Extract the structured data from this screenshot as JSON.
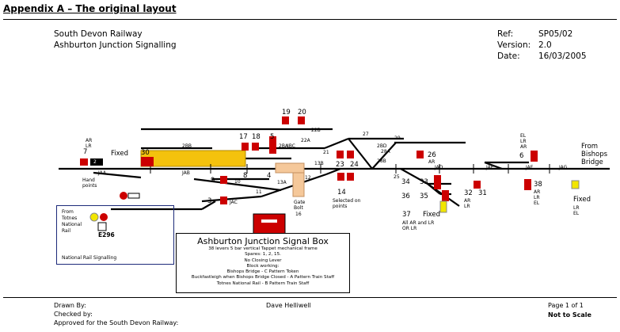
{
  "appendix_title": "Appendix A – The original layout",
  "header": {
    "company": "South Devon Railway",
    "subject": "Ashburton Junction Signalling",
    "ref_label": "Ref:",
    "ref_value": "SP05/02",
    "version_label": "Version:",
    "version_value": "2.0",
    "date_label": "Date:",
    "date_value": "16/03/2005"
  },
  "signal_numbers": {
    "s19": "19",
    "s20": "20",
    "s17": "17",
    "s18": "18",
    "s5": "5",
    "s7": "7",
    "s30": "30",
    "s9": "9",
    "s8": "8",
    "s4": "4",
    "s3": "3",
    "s23": "23",
    "s24": "24",
    "s14": "14",
    "s26": "26",
    "s34": "34",
    "s33": "33",
    "s36": "36",
    "s35": "35",
    "s32": "32",
    "s31": "31",
    "s37": "37",
    "s6": "6",
    "s38": "38",
    "s21": "21",
    "s13b": "13B",
    "s12": "12",
    "s10": "10",
    "s11": "11",
    "s16": "16",
    "s25": "25",
    "s27": "27"
  },
  "track_labels": {
    "l22b": "22B",
    "l22a": "22A",
    "l28b": "28B",
    "l28a": "28A",
    "l29": "29",
    "l2bb": "2BB",
    "l2ba": "2BA",
    "l2bd": "2BD",
    "ljbc": "JBC",
    "ljaa": "JAA",
    "ljab": "JAB",
    "ljac": "JAC",
    "ljad": "JAD",
    "ljae": "JAE",
    "ljaf": "JAF",
    "ljag": "JAG",
    "l13a": "13A",
    "l2": "2"
  },
  "notes": {
    "fixed_left": "Fixed",
    "fixed_37": "Fixed",
    "fixed_right": "Fixed",
    "hand_points": "Hand points",
    "selected_on_points": "Selected on points",
    "gate_bolt": "Gate Bolt",
    "from_bishops_bridge": "From Bishops Bridge",
    "all_ar_lr": "All AR and LR",
    "or_lr": "OR LR",
    "ar_lr_7": "AR LR",
    "el_lr_ar_6": "EL LR AR",
    "ar_26": "AR",
    "ar_lr_32": "AR LR",
    "ar_lr_el_38": "AR LR EL",
    "lr_el_fixed": "LR EL",
    "e296": "E296",
    "from_totnes": "From Totnes National Rail",
    "nr_signalling": "National Rail Signalling"
  },
  "signal_box": {
    "title": "Ashburton Junction Signal Box",
    "lines": [
      "38 levers 5 bar vertical Tappet mechanical frame",
      "Spares:  1, 2, 15.",
      "No Closing Lever",
      "Block working:",
      "Bishops Bridge - C Pattern Token",
      "Buckfastleigh when Bishops Bridge Closed - A Pattern Train Staff",
      "Totnes National Rail -  B Pattern Train Staff"
    ]
  },
  "footer": {
    "drawn_by": "Drawn By:",
    "checked_by": "Checked by:",
    "approved": "Approved for the South Devon Railway:",
    "author": "Dave Helliwell",
    "page": "Page 1 of 1",
    "scale": "Not to Scale"
  },
  "colors": {
    "signal_red": "#cc0000",
    "platform_yellow": "#f4c20d",
    "gate_tan": "#f5c89a",
    "nr_box_blue": "#1d2a7a",
    "fixed_yellow": "#f2e600"
  }
}
